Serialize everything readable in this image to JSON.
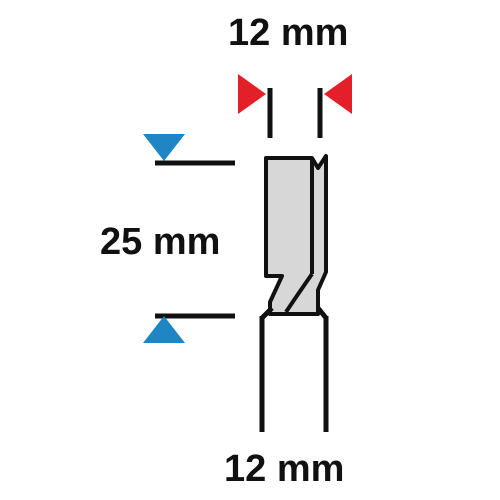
{
  "diagram": {
    "cutting_diameter_label": "12 mm",
    "cutting_length_label": "25 mm",
    "shank_diameter_label": "12 mm"
  },
  "colors": {
    "width_arrow": "#e3202a",
    "length_arrow": "#1f86c6",
    "line": "#111111",
    "cutter_fill": "#d7d7d7",
    "background": "#ffffff"
  }
}
